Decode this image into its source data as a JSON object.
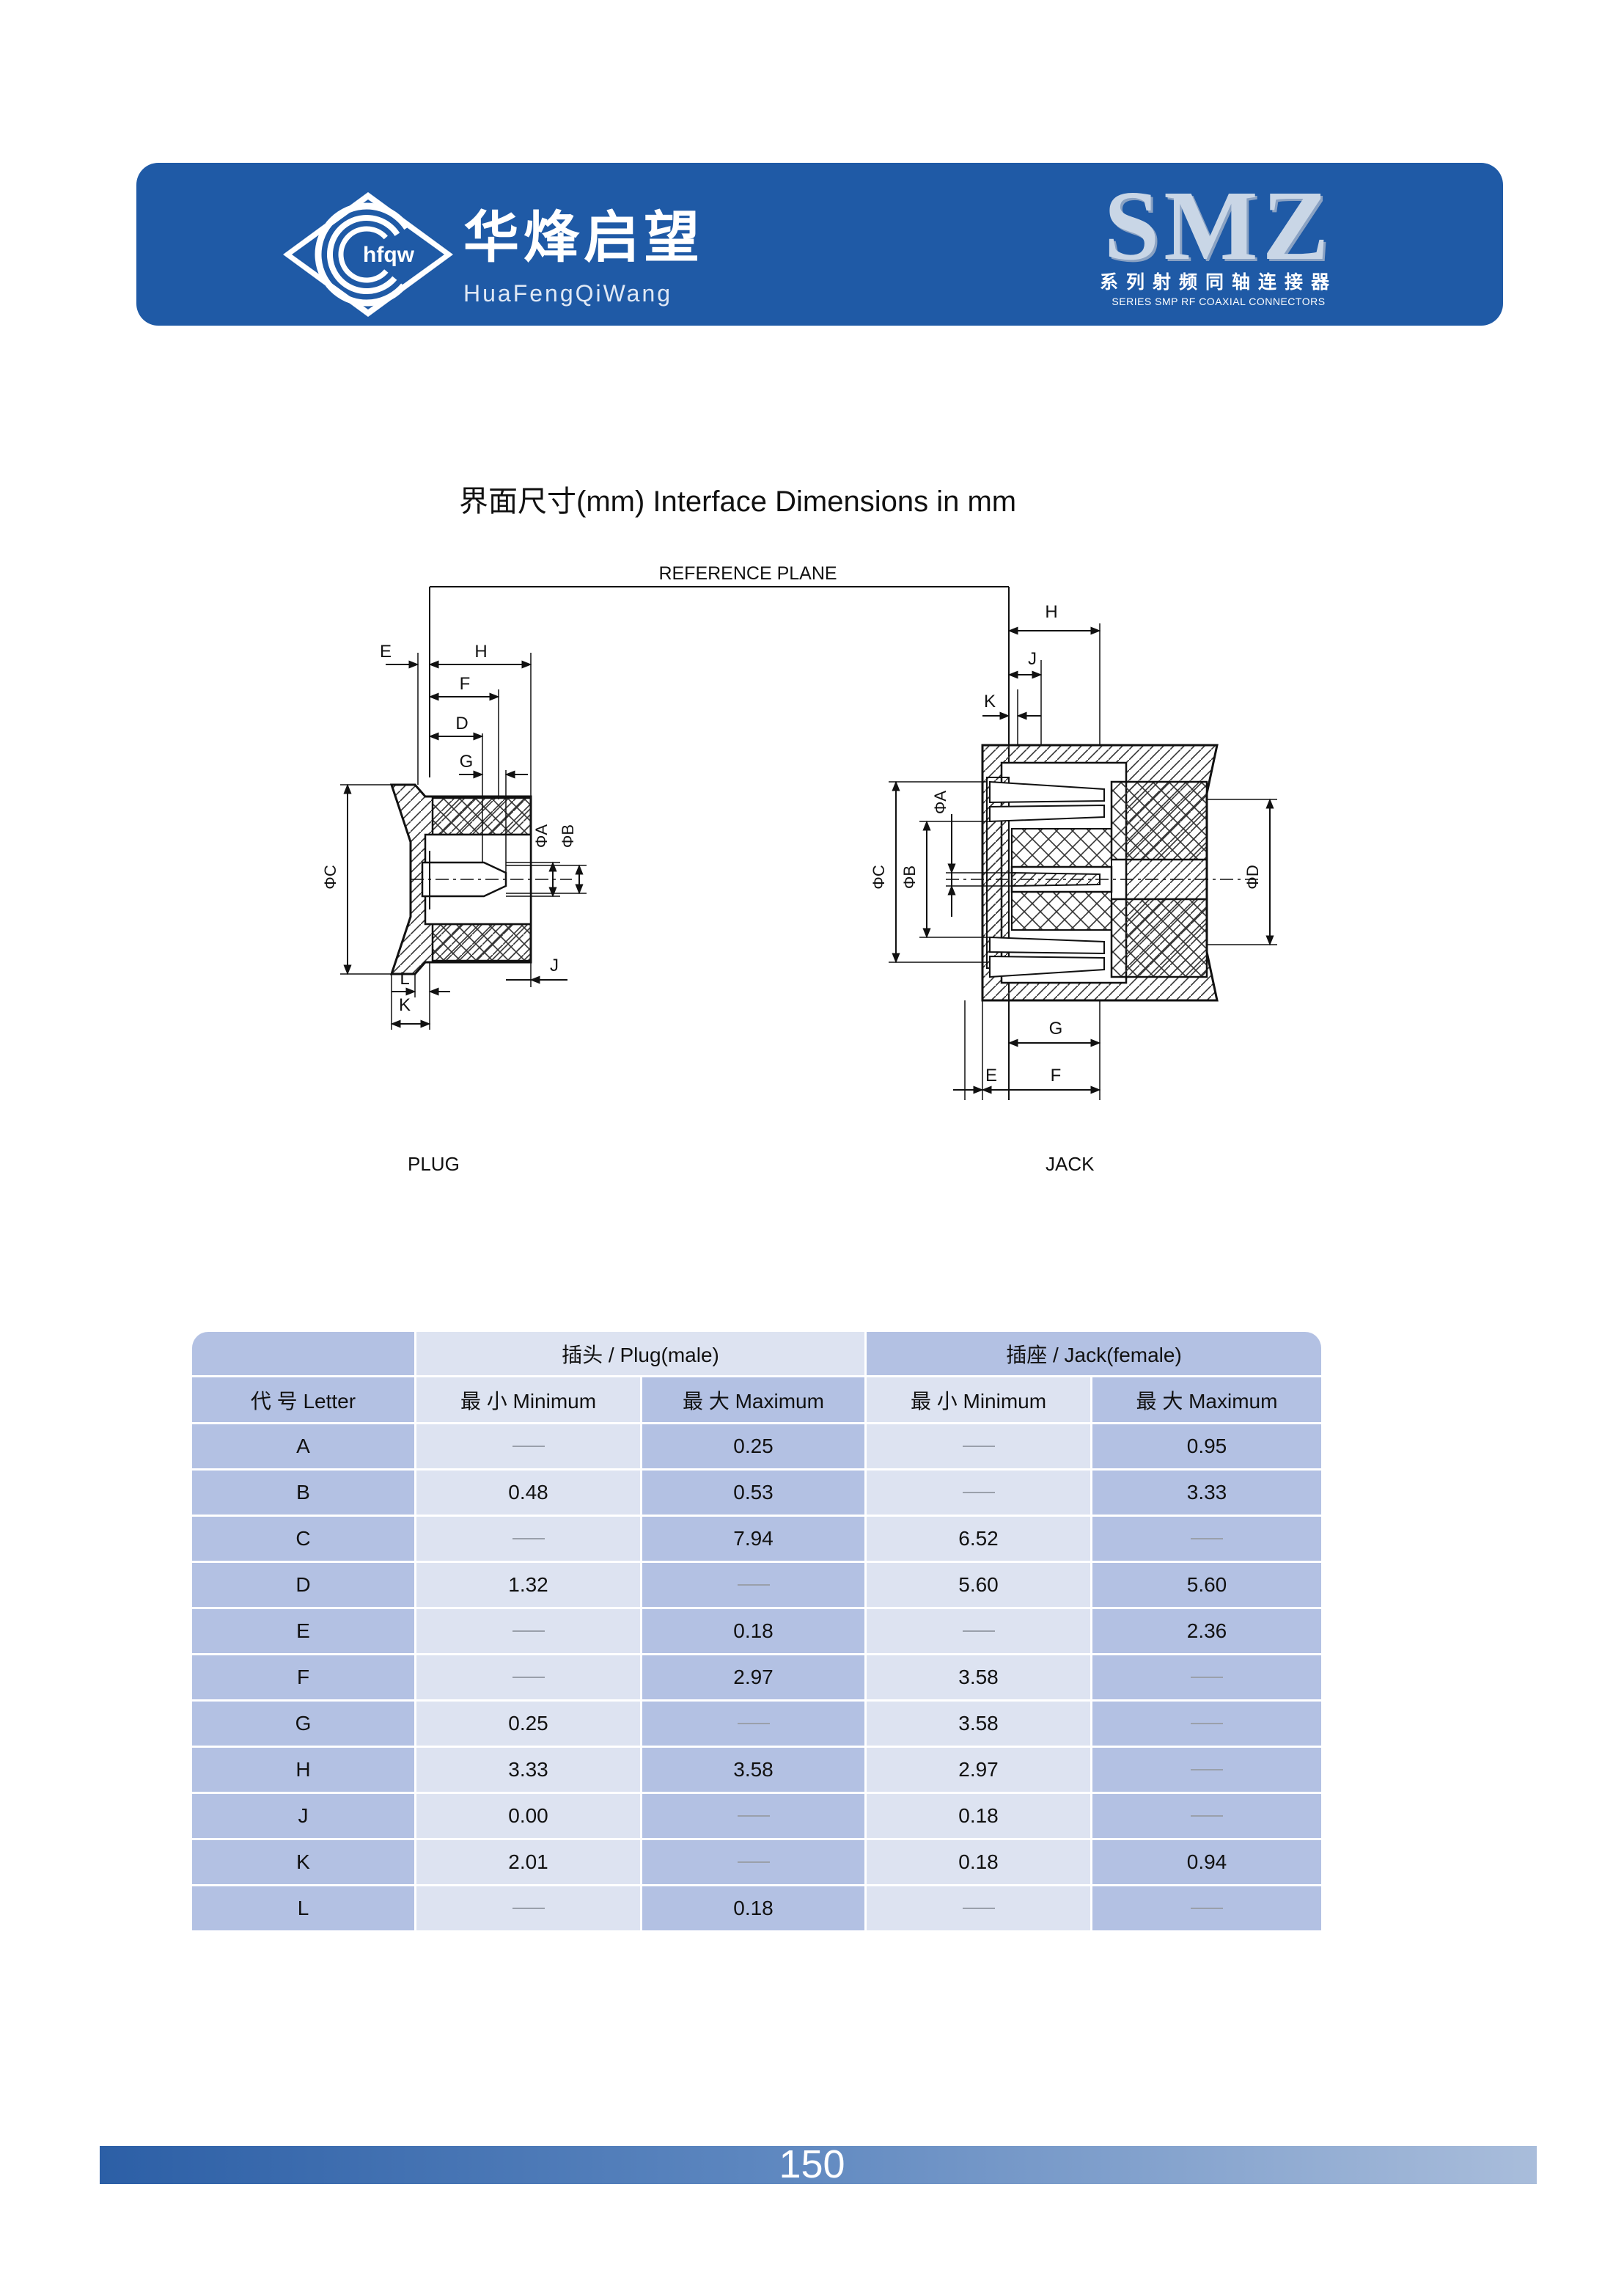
{
  "header": {
    "logo_text": "hfqw",
    "brand_cn": "华烽启望",
    "brand_en": "HuaFengQiWang",
    "series": "SMZ",
    "series_cn": "系列射频同轴连接器",
    "series_en": "SERIES SMP RF COAXIAL CONNECTORS",
    "colors": {
      "header_bg": "#1f5aa6",
      "table_dark": "#b3c1e3",
      "table_light": "#dde3f1"
    }
  },
  "section_title": "界面尺寸(mm)  Interface Dimensions in mm",
  "drawing": {
    "reference_plane": "REFERENCE PLANE",
    "plug_caption": "PLUG",
    "jack_caption": "JACK",
    "plug_labels": {
      "E": "E",
      "H": "H",
      "F": "F",
      "D": "D",
      "G": "G",
      "A": "ΦA",
      "B": "ΦB",
      "C": "ΦC",
      "J": "J",
      "L": "L",
      "K": "K"
    },
    "jack_labels": {
      "H": "H",
      "J": "J",
      "K": "K",
      "A": "ΦA",
      "C": "ΦC",
      "B": "ΦB",
      "D": "ΦD",
      "G": "G",
      "E": "E",
      "F": "F"
    }
  },
  "table": {
    "group_plug": "插头 / Plug(male)",
    "group_jack": "插座 / Jack(female)",
    "col_letter": "代  号 Letter",
    "col_min": "最  小 Minimum",
    "col_max": "最  大 Maximum",
    "rows": [
      {
        "letter": "A",
        "plug_min": "",
        "plug_max": "0.25",
        "jack_min": "",
        "jack_max": "0.95"
      },
      {
        "letter": "B",
        "plug_min": "0.48",
        "plug_max": "0.53",
        "jack_min": "",
        "jack_max": "3.33"
      },
      {
        "letter": "C",
        "plug_min": "",
        "plug_max": "7.94",
        "jack_min": "6.52",
        "jack_max": ""
      },
      {
        "letter": "D",
        "plug_min": "1.32",
        "plug_max": "",
        "jack_min": "5.60",
        "jack_max": "5.60"
      },
      {
        "letter": "E",
        "plug_min": "",
        "plug_max": "0.18",
        "jack_min": "",
        "jack_max": "2.36"
      },
      {
        "letter": "F",
        "plug_min": "",
        "plug_max": "2.97",
        "jack_min": "3.58",
        "jack_max": ""
      },
      {
        "letter": "G",
        "plug_min": "0.25",
        "plug_max": "",
        "jack_min": "3.58",
        "jack_max": ""
      },
      {
        "letter": "H",
        "plug_min": "3.33",
        "plug_max": "3.58",
        "jack_min": "2.97",
        "jack_max": ""
      },
      {
        "letter": "J",
        "plug_min": "0.00",
        "plug_max": "",
        "jack_min": "0.18",
        "jack_max": ""
      },
      {
        "letter": "K",
        "plug_min": "2.01",
        "plug_max": "",
        "jack_min": "0.18",
        "jack_max": "0.94"
      },
      {
        "letter": "L",
        "plug_min": "",
        "plug_max": "0.18",
        "jack_min": "",
        "jack_max": ""
      }
    ]
  },
  "footer": {
    "page_number": "150"
  }
}
